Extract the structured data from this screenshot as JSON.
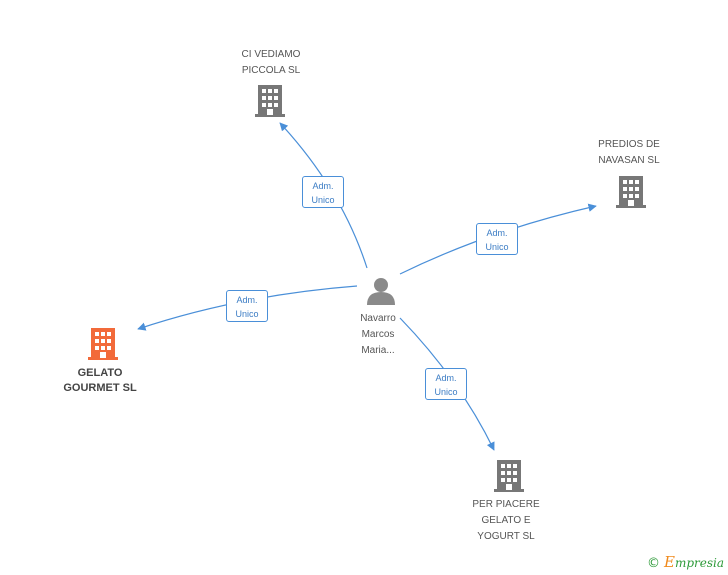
{
  "colors": {
    "edge": "#4a8fd8",
    "company_icon": "#777777",
    "focus_company_icon": "#f26a3a",
    "person_icon": "#8a8a8a"
  },
  "center_person": {
    "label_lines": [
      "Navarro",
      "Marcos",
      "Maria..."
    ],
    "icon": "person-icon"
  },
  "companies": [
    {
      "id": "ci-vediamo",
      "label_lines": [
        "CI VEDIAMO",
        "PICCOLA SL"
      ],
      "focus": false,
      "icon": "building-icon"
    },
    {
      "id": "predios",
      "label_lines": [
        "PREDIOS DE",
        "NAVASAN SL"
      ],
      "focus": false,
      "icon": "building-icon"
    },
    {
      "id": "gelato-gourmet",
      "label_lines": [
        "GELATO",
        "GOURMET SL"
      ],
      "focus": true,
      "icon": "building-icon"
    },
    {
      "id": "per-piacere",
      "label_lines": [
        "PER PIACERE",
        "GELATO E",
        "YOGURT SL"
      ],
      "focus": false,
      "icon": "building-icon"
    }
  ],
  "relations": [
    {
      "to": "ci-vediamo",
      "role_lines": [
        "Adm.",
        "Unico"
      ]
    },
    {
      "to": "predios",
      "role_lines": [
        "Adm.",
        "Unico"
      ]
    },
    {
      "to": "gelato-gourmet",
      "role_lines": [
        "Adm.",
        "Unico"
      ]
    },
    {
      "to": "per-piacere",
      "role_lines": [
        "Adm.",
        "Unico"
      ]
    }
  ],
  "footer": {
    "copyright_symbol": "©",
    "brand_initial": "E",
    "brand_rest": "mpresia"
  }
}
